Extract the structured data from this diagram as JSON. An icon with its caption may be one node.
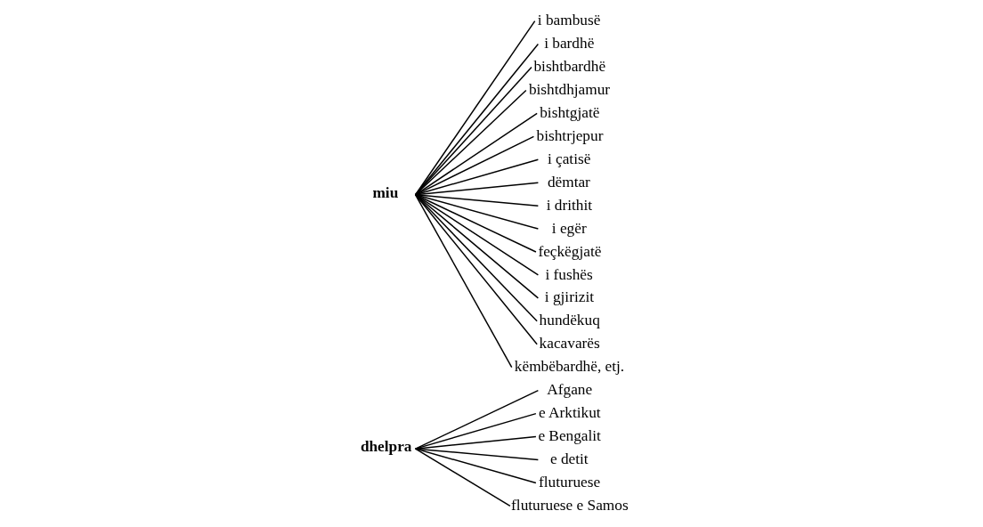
{
  "diagram": {
    "nodes": [
      {
        "text": [
          "dhelpra"
        ]
      },
      {
        "text": [
          "Afgane"
        ]
      },
      {
        "text": [
          "e Arktikut"
        ]
      },
      {
        "text": [
          "e Bengalit"
        ]
      },
      {
        "text": [
          "e detit"
        ]
      },
      {
        "text": [
          "fluturuese"
        ]
      },
      {
        "text": [
          "fluturuese e Samos"
        ]
      },
      {
        "text": [
          "miu"
        ]
      },
      {
        "text": [
          "i bambusë"
        ]
      },
      {
        "text": [
          "i bardhë"
        ]
      },
      {
        "text": [
          "bishtbardhë"
        ]
      },
      {
        "text": [
          "bishtdhjamur"
        ]
      },
      {
        "text": [
          "bishtgjatë"
        ]
      },
      {
        "text": [
          "bishtrjepur"
        ]
      },
      {
        "text": [
          "i çatisë"
        ]
      },
      {
        "text": [
          "dëmtar"
        ]
      },
      {
        "text": [
          "i drithit"
        ]
      },
      {
        "text": [
          "i egër"
        ]
      },
      {
        "text": [
          "feçkëgjatë"
        ]
      },
      {
        "text": [
          "i fushës"
        ]
      },
      {
        "text": [
          "i gjirizit"
        ]
      },
      {
        "text": [
          "hundëkuq"
        ]
      },
      {
        "text": [
          "kacavarës"
        ]
      },
      {
        "text": [
          "këmbëbardhë, etj."
        ]
      }
    ],
    "edges": [
      {
        "from": 0,
        "to": 1,
        "arrow": "none"
      },
      {
        "from": 0,
        "to": 2,
        "arrow": "none"
      },
      {
        "from": 0,
        "to": 3,
        "arrow": "none"
      },
      {
        "from": 0,
        "to": 4,
        "arrow": "none"
      },
      {
        "from": 0,
        "to": 5,
        "arrow": "none"
      },
      {
        "from": 0,
        "to": 6,
        "arrow": "none"
      },
      {
        "from": 7,
        "to": 8,
        "arrow": "none"
      },
      {
        "from": 7,
        "to": 9,
        "arrow": "none"
      },
      {
        "from": 7,
        "to": 10,
        "arrow": "none"
      },
      {
        "from": 7,
        "to": 11,
        "arrow": "none"
      },
      {
        "from": 7,
        "to": 12,
        "arrow": "none"
      },
      {
        "from": 7,
        "to": 13,
        "arrow": "none"
      },
      {
        "from": 7,
        "to": 14,
        "arrow": "none"
      },
      {
        "from": 7,
        "to": 15,
        "arrow": "none"
      },
      {
        "from": 7,
        "to": 16,
        "arrow": "none"
      },
      {
        "from": 7,
        "to": 17,
        "arrow": "none"
      },
      {
        "from": 7,
        "to": 18,
        "arrow": "none"
      },
      {
        "from": 7,
        "to": 19,
        "arrow": "none"
      },
      {
        "from": 7,
        "to": 20,
        "arrow": "none"
      },
      {
        "from": 7,
        "to": 21,
        "arrow": "none"
      },
      {
        "from": 7,
        "to": 22,
        "arrow": "none"
      },
      {
        "from": 7,
        "to": 23,
        "arrow": "none"
      }
    ]
  }
}
